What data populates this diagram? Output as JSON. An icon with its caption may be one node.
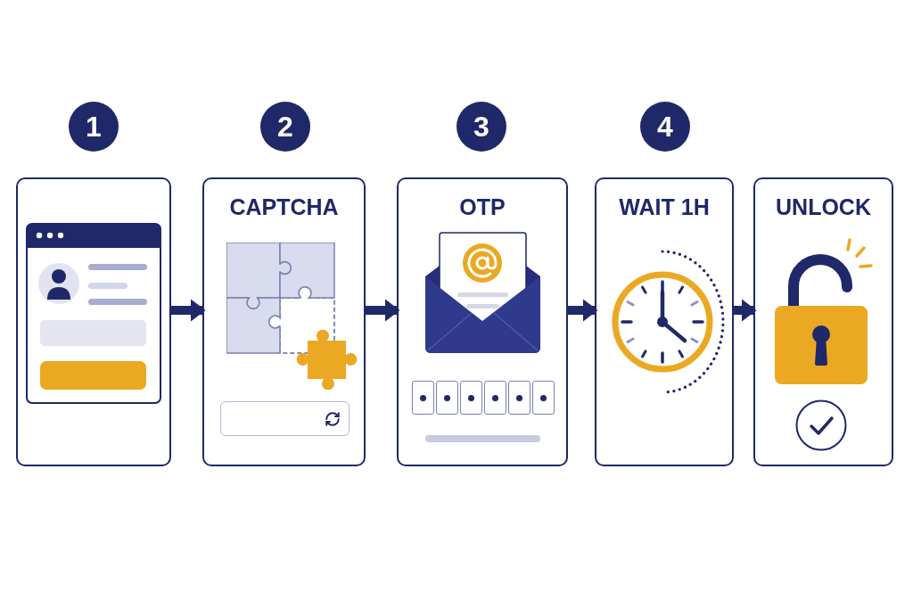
{
  "diagram": {
    "nodes": [
      {
        "text": [
          "1"
        ]
      },
      {
        "text": [
          "2"
        ]
      },
      {
        "text": [
          "3"
        ]
      },
      {
        "text": [
          "4"
        ]
      },
      {
        "text": [],
        "shape": "box"
      },
      {
        "text": [
          "CAPTCHA"
        ]
      },
      {
        "text": [
          "OTP"
        ]
      },
      {
        "text": [
          "WAIT 1H"
        ]
      },
      {
        "text": [
          "UNLOCK"
        ]
      }
    ],
    "edges": [
      {
        "from": 4,
        "to": 5,
        "arrow": "to"
      },
      {
        "from": 5,
        "to": 6,
        "arrow": "to"
      },
      {
        "from": 6,
        "to": 7,
        "arrow": "to"
      },
      {
        "from": 7,
        "to": 8,
        "arrow": "to"
      }
    ]
  }
}
